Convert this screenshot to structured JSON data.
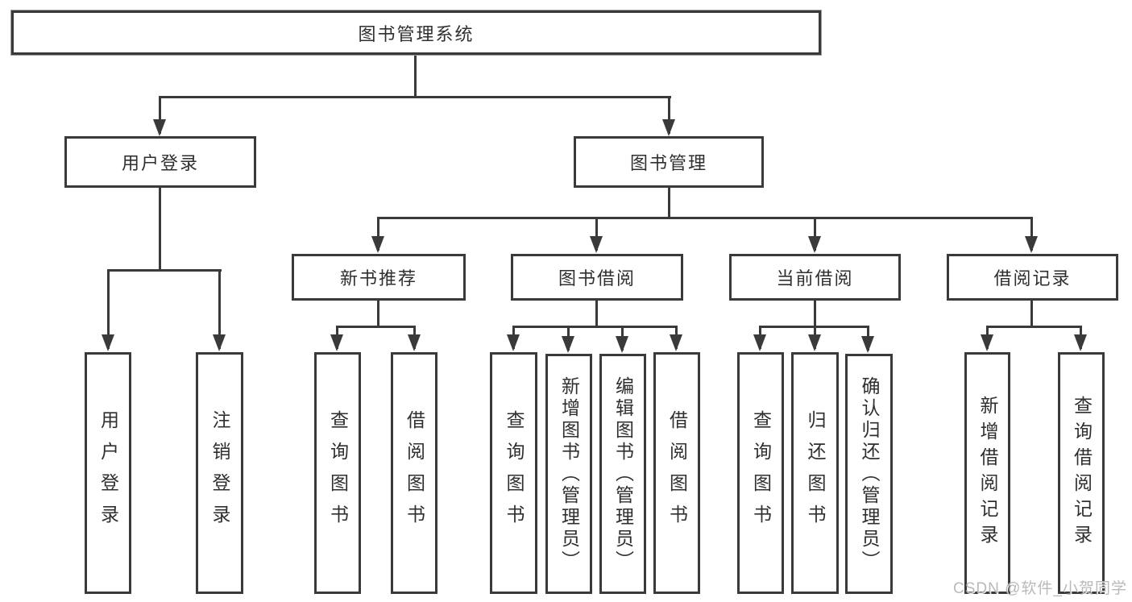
{
  "colors": {
    "line": "#3a3a3a",
    "text": "#2f2f2f",
    "box_background": "#ffffff",
    "watermark": "#b4b4b4"
  },
  "tree": {
    "root": {
      "label": "图书管理系统",
      "children": [
        {
          "label": "用户登录",
          "children": [
            {
              "label": "用户登录"
            },
            {
              "label": "注销登录"
            }
          ]
        },
        {
          "label": "图书管理",
          "children": [
            {
              "label": "新书推荐",
              "children": [
                {
                  "label": "查询图书"
                },
                {
                  "label": "借阅图书"
                }
              ]
            },
            {
              "label": "图书借阅",
              "children": [
                {
                  "label": "查询图书"
                },
                {
                  "label": "新增图书（管理员）"
                },
                {
                  "label": "编辑图书（管理员）"
                },
                {
                  "label": "借阅图书"
                }
              ]
            },
            {
              "label": "当前借阅",
              "children": [
                {
                  "label": "查询图书"
                },
                {
                  "label": "归还图书"
                },
                {
                  "label": "确认归还（管理员）"
                }
              ]
            },
            {
              "label": "借阅记录",
              "children": [
                {
                  "label": "新增借阅记录"
                },
                {
                  "label": "查询借阅记录"
                }
              ]
            }
          ]
        }
      ]
    }
  },
  "watermark": {
    "text": "CSDN @软件_小贺同学"
  }
}
